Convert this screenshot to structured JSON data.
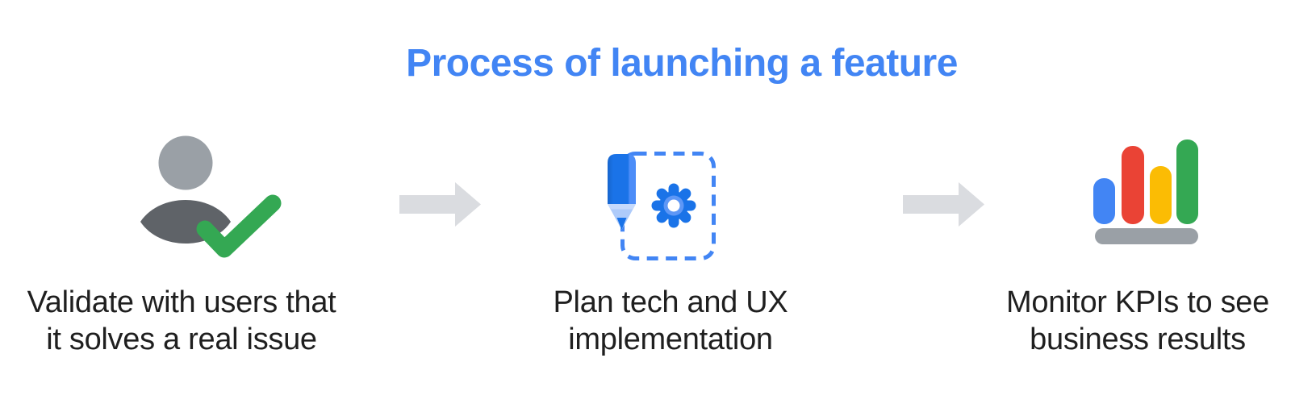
{
  "title": "Process of launching a feature",
  "steps": [
    {
      "name": "validate",
      "icon": "user-check-icon",
      "label": "Validate with users that\nit solves a real issue"
    },
    {
      "name": "plan",
      "icon": "pencil-gear-icon",
      "label": "Plan tech and UX\nimplementation"
    },
    {
      "name": "monitor",
      "icon": "bar-chart-icon",
      "label": "Monitor KPIs to see\nbusiness results"
    }
  ],
  "connectors": [
    {
      "icon": "arrow-right-icon"
    },
    {
      "icon": "arrow-right-icon"
    }
  ],
  "colors": {
    "title_blue": "#4285F4",
    "label_text": "#1F1F1F",
    "arrow_gray": "#DADCE0",
    "person_head_gray": "#9AA0A6",
    "person_body_gray": "#5F6368",
    "check_green": "#34A853",
    "pencil_blue": "#1A73E8",
    "pencil_tip_light_blue": "#AECBFA",
    "gear_blue": "#1A73E8",
    "dashed_box_blue": "#4285F4",
    "bar_blue": "#4285F4",
    "bar_red": "#EA4335",
    "bar_yellow": "#FBBC04",
    "bar_green": "#34A853",
    "chart_base_gray": "#9AA0A6"
  }
}
